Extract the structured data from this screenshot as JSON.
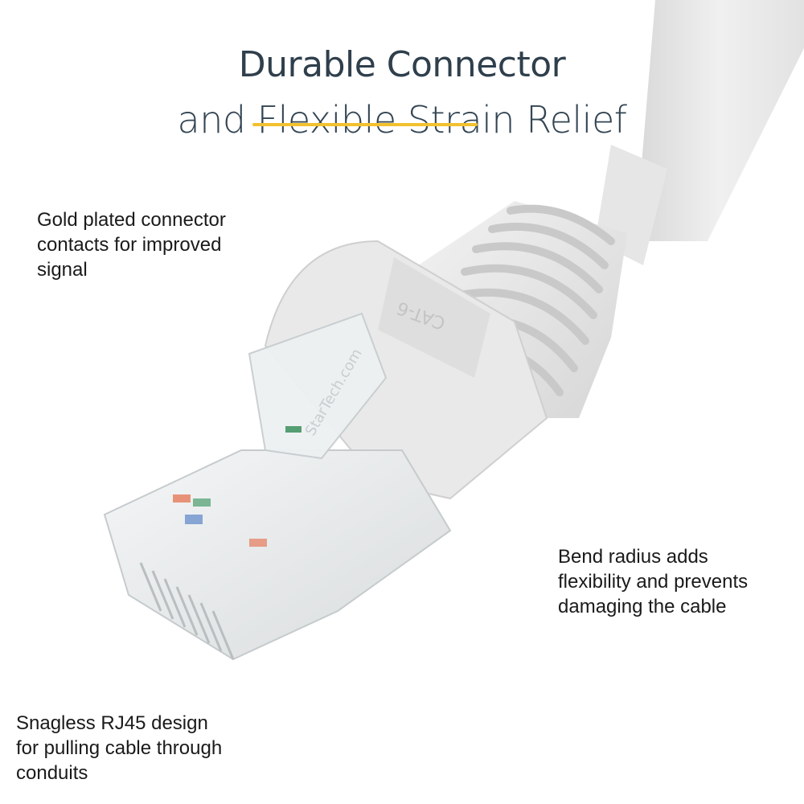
{
  "header": {
    "title_line1": "Durable Connector",
    "title_line2": "and Flexible Strain Relief",
    "accent_color": "#f2c12e"
  },
  "product_image": {
    "description": "White Cat6 snagless RJ45 patch cable connector with transparent plug and ribbed strain-relief boot",
    "boot_marking": "CAT-6",
    "plug_marking": "StarTech.com"
  },
  "callouts": [
    {
      "id": "gold",
      "lines": [
        "Gold plated connector",
        "contacts for improved",
        "signal"
      ]
    },
    {
      "id": "bend",
      "lines": [
        "Bend radius adds",
        "flexibility and prevents",
        "damaging the cable"
      ]
    },
    {
      "id": "snag",
      "lines": [
        "Snagless RJ45 design",
        "for pulling cable through",
        "conduits"
      ]
    }
  ]
}
